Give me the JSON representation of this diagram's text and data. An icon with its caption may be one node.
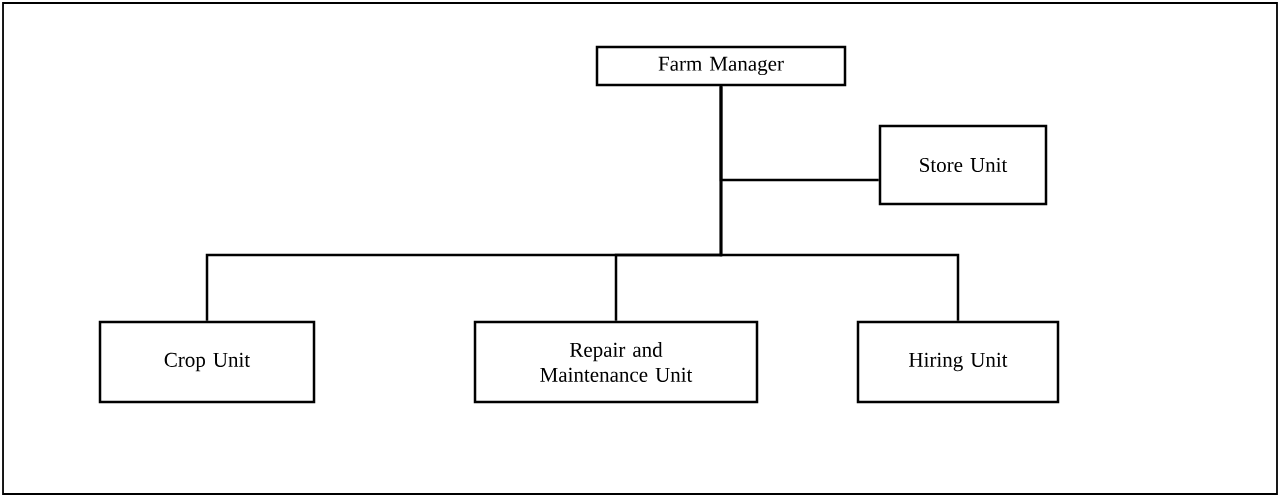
{
  "diagram": {
    "nodes": [
      {
        "text": [
          "Farm Manager"
        ]
      },
      {
        "text": [
          "Store Unit"
        ]
      },
      {
        "text": [
          "Crop Unit"
        ]
      },
      {
        "text": [
          "Repair and Maintenance Unit"
        ]
      },
      {
        "text": [
          "Hiring Unit"
        ]
      }
    ],
    "edges": [
      {
        "from": 0,
        "to": 1,
        "arrow": "none"
      },
      {
        "from": 0,
        "to": 2,
        "arrow": "none"
      },
      {
        "from": 0,
        "to": 3,
        "arrow": "none"
      },
      {
        "from": 0,
        "to": 4,
        "arrow": "none"
      }
    ]
  }
}
